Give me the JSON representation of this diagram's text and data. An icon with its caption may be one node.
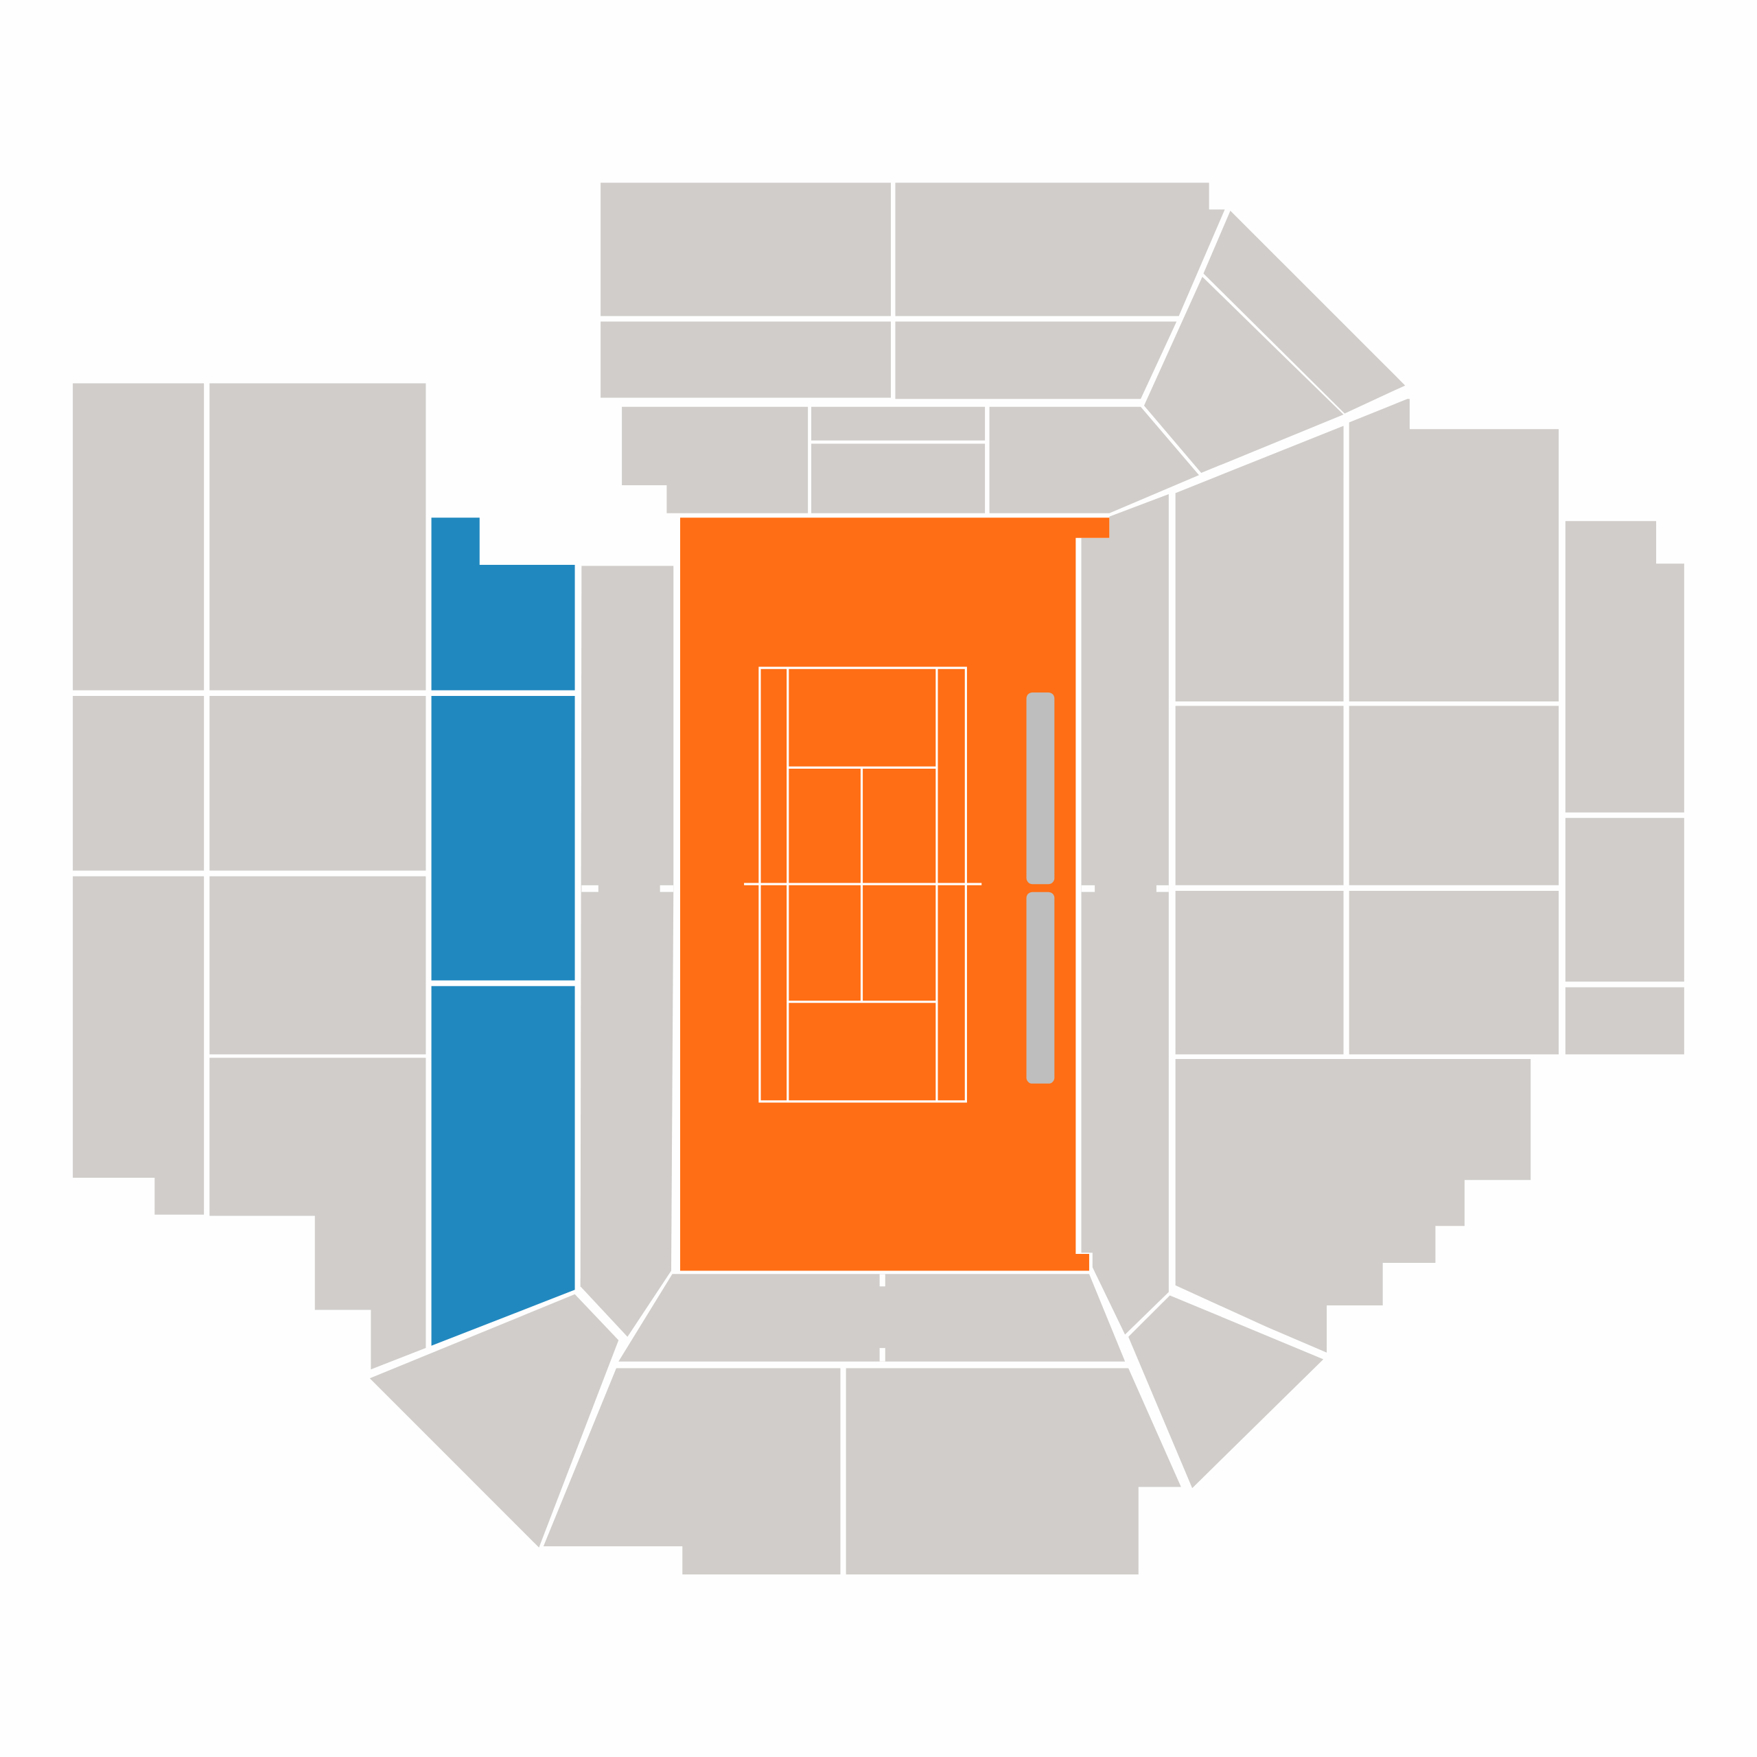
{
  "diagram": {
    "nodes": [
      {
        "text": [],
        "shape": "box"
      },
      {
        "text": [],
        "shape": "box"
      },
      {
        "text": [],
        "shape": "box"
      },
      {
        "text": [],
        "shape": "box"
      },
      {
        "text": [],
        "shape": "box"
      },
      {
        "text": [],
        "shape": "box"
      },
      {
        "text": [],
        "shape": "box"
      },
      {
        "text": [],
        "shape": "box"
      },
      {
        "text": [],
        "shape": "box"
      },
      {
        "text": [],
        "shape": "box"
      },
      {
        "text": [],
        "shape": "box"
      },
      {
        "text": [],
        "shape": "box"
      },
      {
        "text": [],
        "shape": "box"
      },
      {
        "text": [],
        "shape": "box"
      },
      {
        "text": [],
        "shape": "box"
      },
      {
        "text": [],
        "shape": "box"
      },
      {
        "text": [],
        "shape": "box"
      },
      {
        "text": [],
        "shape": "box"
      },
      {
        "text": [],
        "shape": "box"
      },
      {
        "text": [],
        "shape": "box",
        "in": 16
      },
      {
        "text": [],
        "shape": "box"
      },
      {
        "text": [],
        "shape": "box"
      },
      {
        "text": [],
        "shape": "box"
      },
      {
        "text": [],
        "shape": "box"
      },
      {
        "text": [],
        "shape": "box"
      },
      {
        "text": [],
        "shape": "box"
      },
      {
        "text": [],
        "shape": "box"
      },
      {
        "text": [],
        "shape": "box"
      },
      {
        "text": [],
        "shape": "box"
      },
      {
        "text": [],
        "shape": "box"
      },
      {
        "text": [],
        "shape": "box",
        "in": 16
      },
      {
        "text": [],
        "shape": "box"
      },
      {
        "text": [],
        "shape": "box"
      },
      {
        "text": [],
        "shape": "box"
      },
      {
        "text": [],
        "shape": "box"
      },
      {
        "text": [],
        "shape": "box"
      },
      {
        "text": [],
        "shape": "box"
      },
      {
        "text": [],
        "shape": "box"
      },
      {
        "text": [],
        "shape": "box"
      },
      {
        "text": [],
        "shape": "box"
      }
    ]
  }
}
